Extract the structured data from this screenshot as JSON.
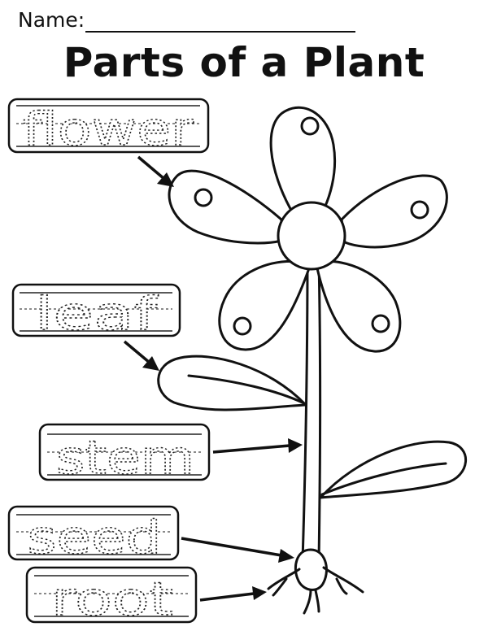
{
  "worksheet": {
    "name_label": "Name:",
    "title": "Parts of a Plant"
  },
  "labels": {
    "flower": "flower",
    "leaf": "leaf",
    "stem": "stem",
    "seed": "seed",
    "root": "root"
  },
  "colors": {
    "ink": "#111111",
    "paper": "#ffffff"
  }
}
